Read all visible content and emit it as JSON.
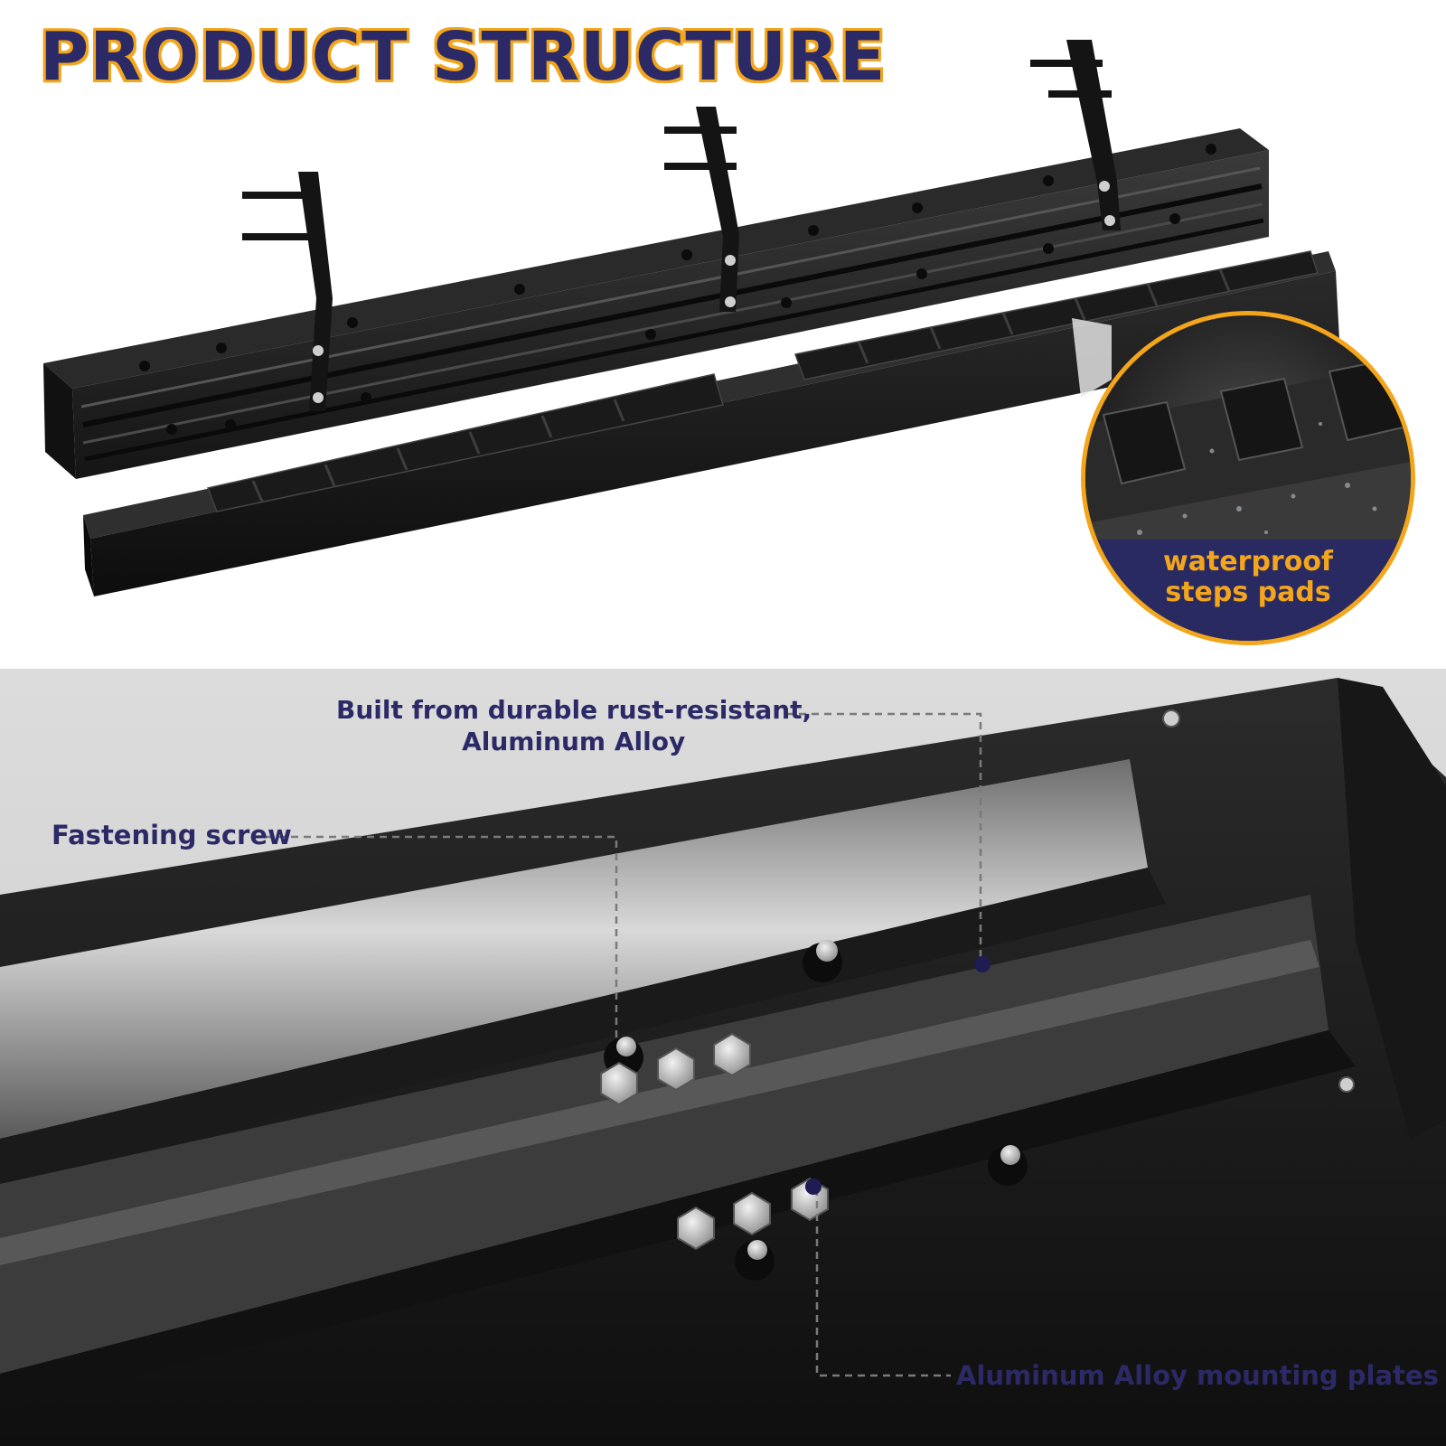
{
  "header": {
    "title": "PRODUCT STRUCTURE"
  },
  "inset": {
    "caption_line1": "waterproof",
    "caption_line2": "steps pads"
  },
  "callouts": {
    "material_line1": "Built from durable rust-resistant,",
    "material_line2": "Aluminum Alloy",
    "screw": "Fastening screw",
    "plates": "Aluminum Alloy mounting plates"
  },
  "colors": {
    "title_fill": "#2b2a66",
    "title_outline": "#f3a51c",
    "label_text": "#2b2a66",
    "accent": "#f3a51c",
    "product_black": "#1c1c1c",
    "background_gray": "#d3d3d3"
  }
}
